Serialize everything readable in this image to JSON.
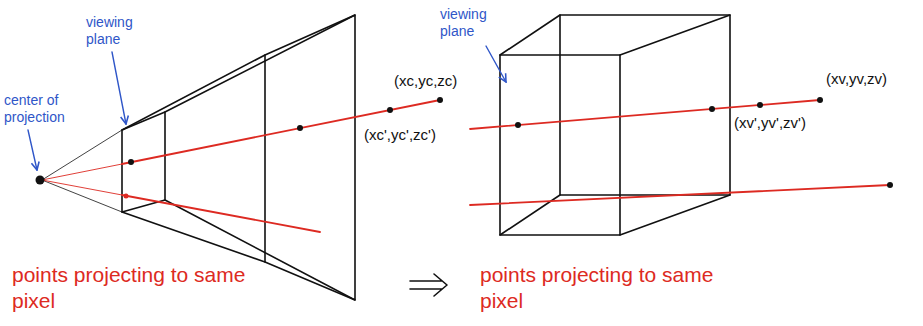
{
  "diagram": {
    "labels": [
      "center of projection",
      "viewing plane",
      "(xc,yc,zc)",
      "(xc',yc',zc')",
      "points projecting to same pixel",
      "viewing plane",
      "(xv,yv,zv)",
      "(xv',yv',zv')",
      "points projecting to same pixel"
    ]
  }
}
